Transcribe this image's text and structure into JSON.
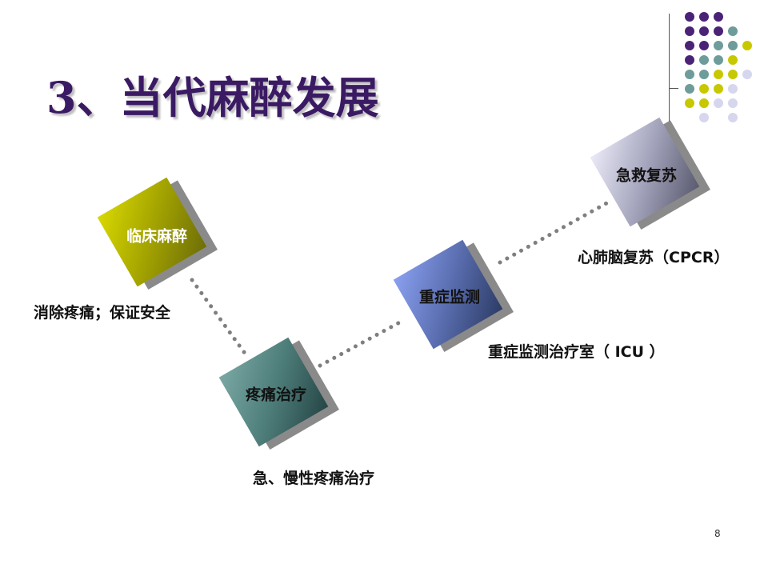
{
  "slide": {
    "title": "3、当代麻醉发展",
    "page_number": "8"
  },
  "colors": {
    "title": "#3b1a64",
    "purple": "#4b2376",
    "teal": "#6e9c9a",
    "olive": "#c8c800",
    "lavender": "#d6d6ee",
    "connector": "#7f7f7f"
  },
  "nodes": [
    {
      "id": "anesthesia",
      "label": "临床麻醉",
      "description": "消除疼痛；保证安全",
      "gradient": [
        "#d8d800",
        "#6e6e08"
      ],
      "text_color": "#ffffff"
    },
    {
      "id": "pain",
      "label": "疼痛治疗",
      "description": "急、慢性疼痛治疗",
      "gradient": [
        "#7aa8a4",
        "#264646"
      ],
      "text_color": "#111111"
    },
    {
      "id": "icu",
      "label": "重症监测",
      "description": "重症监测治疗室（ ICU ）",
      "gradient": [
        "#8aa0f0",
        "#2d3c66"
      ],
      "text_color": "#111111"
    },
    {
      "id": "cpcr",
      "label": "急救复苏",
      "description": "心肺脑复苏（CPCR）",
      "gradient": [
        "#eaeaf8",
        "#5a5a70"
      ],
      "text_color": "#111111"
    }
  ],
  "decoration": {
    "dot_rows": [
      [
        "purple",
        "purple",
        "purple",
        "",
        "",
        ""
      ],
      [
        "purple",
        "purple",
        "purple",
        "teal",
        "",
        ""
      ],
      [
        "purple",
        "purple",
        "teal",
        "teal",
        "olive",
        ""
      ],
      [
        "purple",
        "teal",
        "teal",
        "olive",
        "",
        ""
      ],
      [
        "teal",
        "teal",
        "olive",
        "olive",
        "lavender",
        ""
      ],
      [
        "teal",
        "olive",
        "olive",
        "lavender",
        "",
        ""
      ],
      [
        "olive",
        "olive",
        "lavender",
        "lavender",
        "",
        ""
      ],
      [
        "",
        "lavender",
        "",
        "lavender",
        "",
        ""
      ]
    ]
  }
}
